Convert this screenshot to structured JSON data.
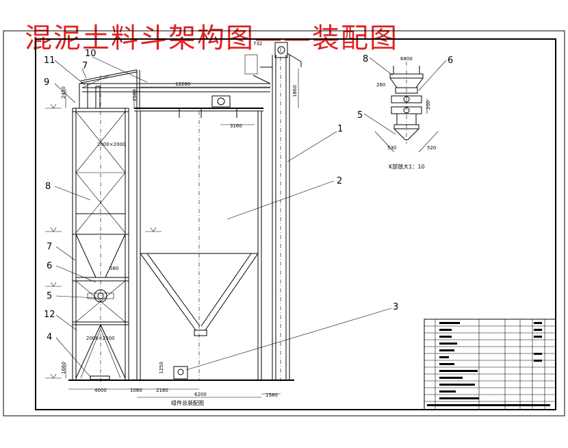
{
  "title": "混泥土料斗架构图——装配图",
  "part_labels": {
    "p1": "1",
    "p2": "2",
    "p3": "3",
    "p4": "4",
    "p5": "5",
    "p6": "6",
    "p7": "7",
    "p8": "8",
    "p9": "9",
    "p10": "10",
    "p11": "11",
    "p12": "12",
    "d5": "5",
    "d6": "6",
    "d8": "8"
  },
  "dimensions": {
    "d_12280": "12280",
    "d_3160": "3160",
    "d_4000": "4000",
    "d_1080": "1080",
    "d_2160": "2160",
    "d_6200": "6200",
    "d_1580": "1580",
    "d_1860": "1860",
    "d_2580": "2580",
    "d_732": "732",
    "d_2450": "2450",
    "d_1660": "1660",
    "d_1250": "1250",
    "d_560": "560",
    "d_c1": "2000×2000",
    "d_c2": "2000×2500",
    "d_detail_top": "6800",
    "d_detail_260": "260",
    "d_detail_200": "200",
    "d_detail_530": "530",
    "d_detail_520": "520"
  },
  "detail_caption": "K部放大1：10",
  "elevation_caption": "组件总装配图"
}
